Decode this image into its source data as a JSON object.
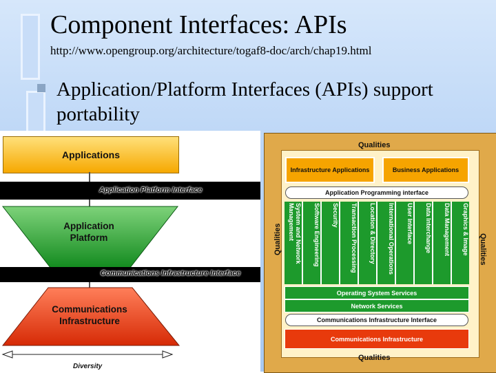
{
  "slide": {
    "title": "Component Interfaces: APIs",
    "url": "http://www.opengroup.org/architecture/togaf8-doc/arch/chap19.html",
    "bullet_line1": "Application/Platform Interfaces (APIs) support",
    "bullet_line2": "portability"
  },
  "left_diagram": {
    "applications": "Applications",
    "api_interface": "Application Platform Interface",
    "app_platform_line1": "Application",
    "app_platform_line2": "Platform",
    "comm_interface": "Communications Infrastructure Interface",
    "comm_infra_line1": "Communications",
    "comm_infra_line2": "Infrastructure",
    "diversity": "Diversity",
    "colors": {
      "applications": "#f6a800",
      "platform": "#1d9a2c",
      "infrastructure": "#e83a0c"
    }
  },
  "right_diagram": {
    "qualities_top": "Qualities",
    "qualities_bottom": "Qualities",
    "qualities_left": "Qualities",
    "qualities_right": "Qualities",
    "infrastructure_applications": "Infrastructure Applications",
    "business_applications": "Business Applications",
    "api": "Application Programming interface",
    "columns": [
      "System and Network Management",
      "Software Engineering",
      "Security",
      "Transaction Processing",
      "Location & Directory",
      "International Operations",
      "User Interface",
      "Data Interchange",
      "Data Management",
      "Graphics & Image"
    ],
    "os_services": "Operating System Services",
    "network_services": "Network Services",
    "comm_interface": "Communications Infrastructure Interface",
    "comm_infra": "Communications Infrastructure"
  }
}
